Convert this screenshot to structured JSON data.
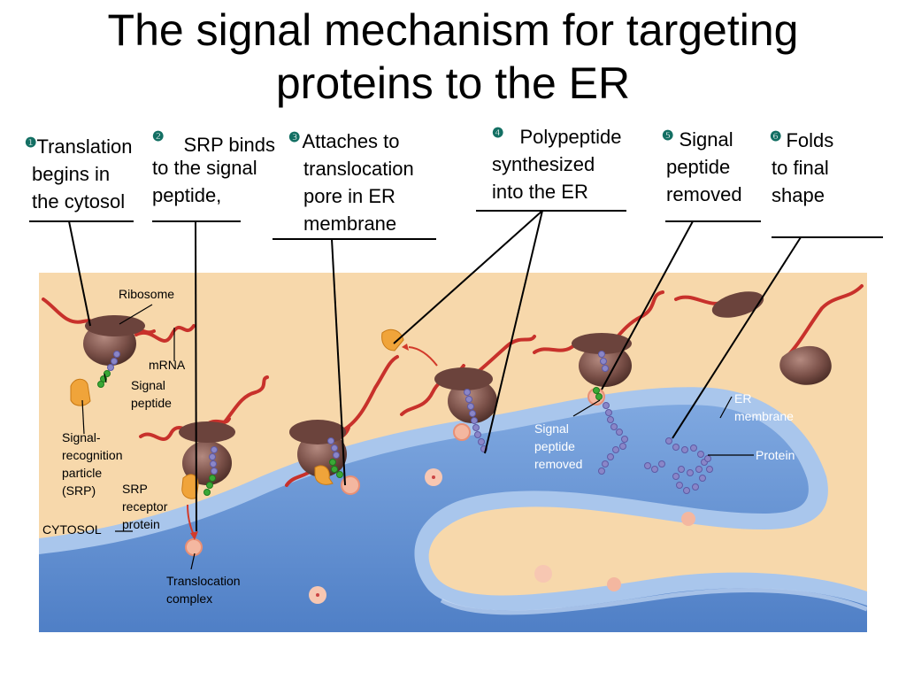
{
  "title": {
    "line1": "The signal mechanism for targeting",
    "line2": "proteins to the ER"
  },
  "steps": [
    {
      "num": "❶",
      "line1": "Translation",
      "line2": "begins in",
      "line3": "the cytosol"
    },
    {
      "num": "❷",
      "line1": "SRP binds",
      "line2": "to the signal",
      "line3": "peptide,"
    },
    {
      "num": "❸",
      "line1": "Attaches to",
      "line2": "translocation",
      "line3": "pore in ER",
      "line4": "membrane"
    },
    {
      "num": "❹",
      "line1": "Polypeptide",
      "line2": "synthesized",
      "line3": "into the ER"
    },
    {
      "num": "❺",
      "line1": "Signal",
      "line2": "peptide",
      "line3": "removed"
    },
    {
      "num": "❻",
      "line1": "Folds",
      "line2": "to final",
      "line3": "shape"
    }
  ],
  "labels": {
    "ribosome": "Ribosome",
    "mrna": "mRNA",
    "signal_peptide_1": "Signal",
    "signal_peptide_2": "peptide",
    "srp_1": "Signal-",
    "srp_2": "recognition",
    "srp_3": "particle",
    "srp_4": "(SRP)",
    "srp_receptor_1": "SRP",
    "srp_receptor_2": "receptor",
    "srp_receptor_3": "protein",
    "cytosol": "CYTOSOL",
    "translocation_1": "Translocation",
    "translocation_2": "complex",
    "removed_1": "Signal",
    "removed_2": "peptide",
    "removed_3": "removed",
    "er_membrane_1": "ER",
    "er_membrane_2": "membrane",
    "protein": "Protein"
  },
  "colors": {
    "cytosol": "#f7d8ab",
    "er_lumen": "#6f9bd8",
    "er_membrane": "#a9c6ec",
    "ribosome": "#7a5048",
    "mrna": "#c8312b",
    "srp": "#f0a43a",
    "polypeptide": "#8a86c8",
    "signal_peptide": "#3aa836",
    "translocon": "#f4b7a0"
  }
}
